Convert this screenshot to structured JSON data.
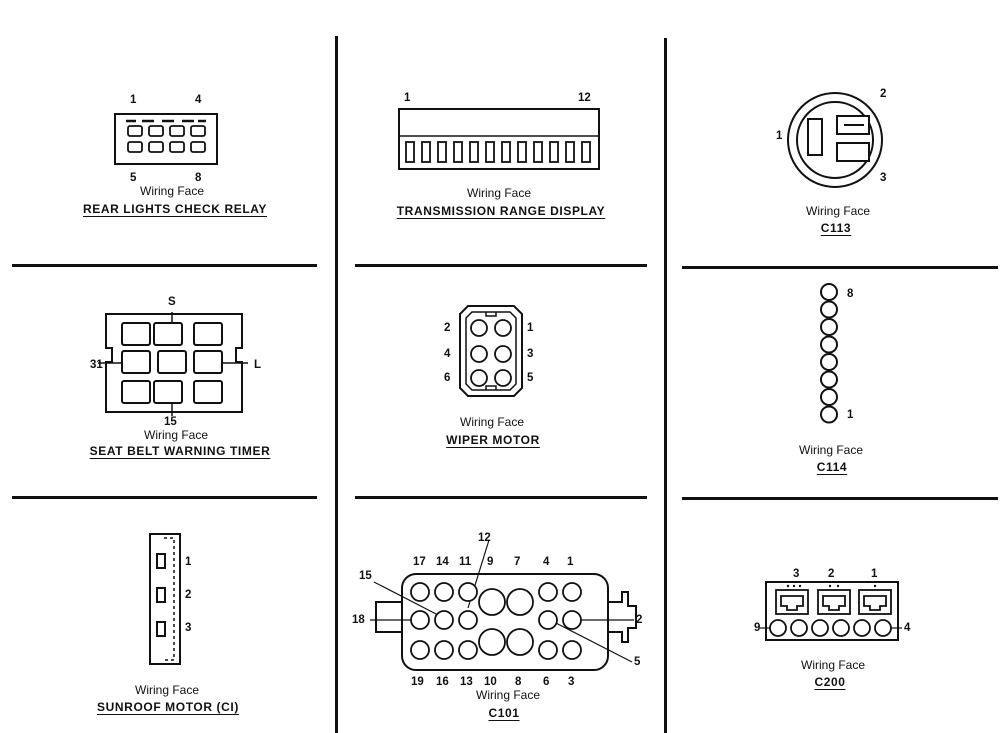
{
  "wiring_face": "Wiring Face",
  "panels": {
    "rear_lights": {
      "title": "REAR LIGHTS CHECK RELAY",
      "pins": {
        "p1": "1",
        "p4": "4",
        "p5": "5",
        "p8": "8"
      }
    },
    "trans_range": {
      "title": "TRANSMISSION RANGE DISPLAY",
      "pins": {
        "p1": "1",
        "p12": "12"
      }
    },
    "c113": {
      "title": "C113",
      "pins": {
        "p1": "1",
        "p2": "2",
        "p3": "3"
      }
    },
    "seat_belt": {
      "title": "SEAT BELT WARNING TIMER",
      "pins": {
        "s": "S",
        "p31": "31",
        "l": "L",
        "p15": "15"
      }
    },
    "wiper": {
      "title": "WIPER MOTOR",
      "pins": {
        "p1": "1",
        "p2": "2",
        "p3": "3",
        "p4": "4",
        "p5": "5",
        "p6": "6"
      }
    },
    "c114": {
      "title": "C114",
      "pins": {
        "p1": "1",
        "p8": "8"
      }
    },
    "sunroof": {
      "title": "SUNROOF MOTOR (CI)",
      "pins": {
        "p1": "1",
        "p2": "2",
        "p3": "3"
      }
    },
    "c101": {
      "title": "C101",
      "top_pins": [
        "17",
        "14",
        "11",
        "9",
        "7",
        "4",
        "1"
      ],
      "bottom_pins": [
        "19",
        "16",
        "13",
        "10",
        "8",
        "6",
        "3"
      ],
      "callouts": {
        "p12": "12",
        "p15": "15",
        "p18": "18",
        "p2": "2",
        "p5": "5"
      }
    },
    "c200": {
      "title": "C200",
      "pins": {
        "p1": "1",
        "p2": "2",
        "p3": "3",
        "p4": "4",
        "p9": "9"
      }
    }
  }
}
